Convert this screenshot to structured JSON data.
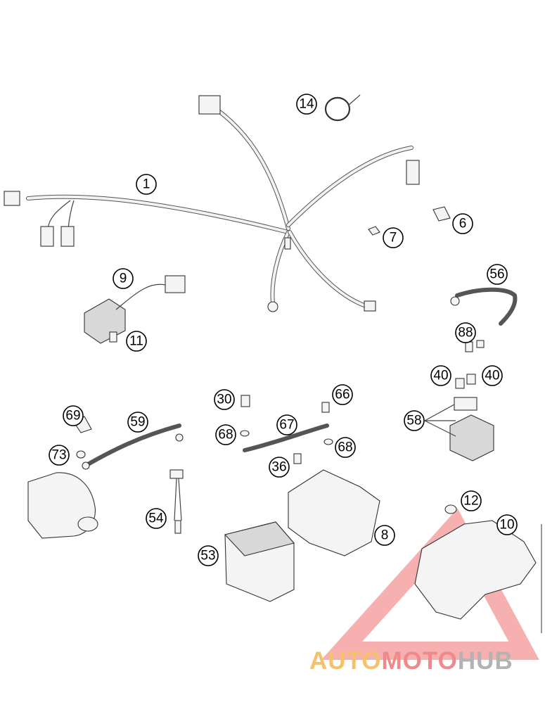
{
  "callouts": [
    {
      "label": "1"
    },
    {
      "label": "14"
    },
    {
      "label": "6"
    },
    {
      "label": "7"
    },
    {
      "label": "9"
    },
    {
      "label": "11"
    },
    {
      "label": "56"
    },
    {
      "label": "88"
    },
    {
      "label": "40"
    },
    {
      "label": "40"
    },
    {
      "label": "58"
    },
    {
      "label": "30"
    },
    {
      "label": "66"
    },
    {
      "label": "68"
    },
    {
      "label": "67"
    },
    {
      "label": "68"
    },
    {
      "label": "36"
    },
    {
      "label": "69"
    },
    {
      "label": "59"
    },
    {
      "label": "73"
    },
    {
      "label": "54"
    },
    {
      "label": "53"
    },
    {
      "label": "8"
    },
    {
      "label": "12"
    },
    {
      "label": "10"
    }
  ],
  "watermark": {
    "part1": "AUTO",
    "part2": "MOTO",
    "part3": "HUB",
    "color1": "#f5c26b",
    "color2": "#f08a8a",
    "color3": "#b3b3b3",
    "triangle_color": "#ee7070"
  }
}
